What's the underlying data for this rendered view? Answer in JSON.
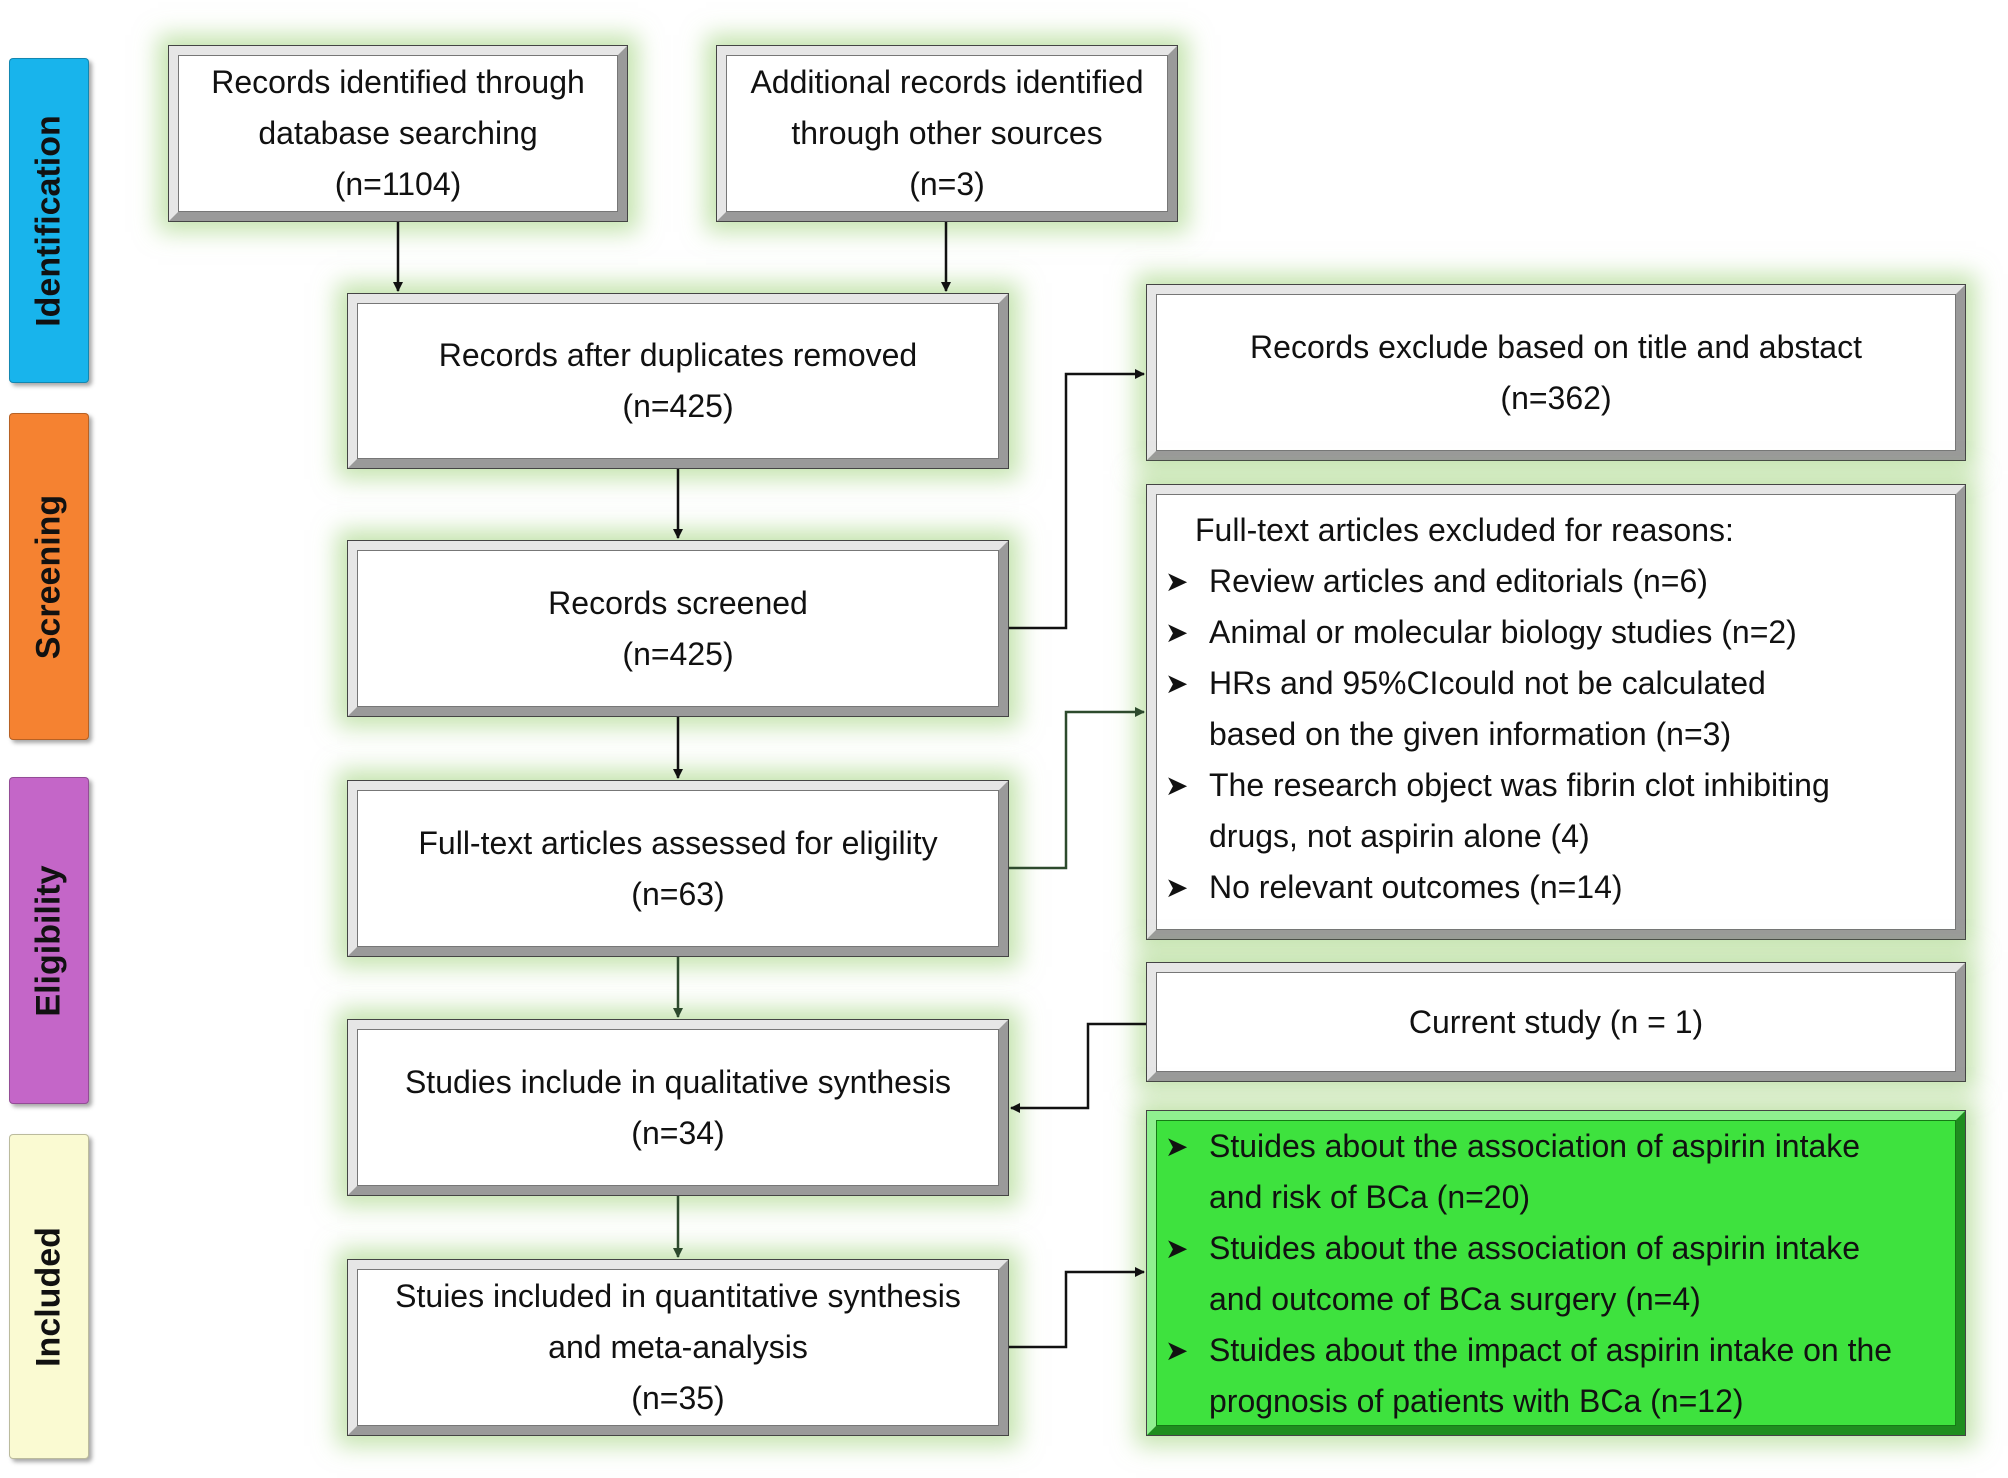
{
  "stages": [
    {
      "label": "Identification",
      "color": "#18b4ec"
    },
    {
      "label": "Screening",
      "color": "#f58231"
    },
    {
      "label": "Eligibility",
      "color": "#c466c8"
    },
    {
      "label": "Included",
      "color": "#fafad2"
    }
  ],
  "boxes": {
    "database_records": {
      "lines": [
        "Records identified through",
        "database searching",
        "(n=1104)"
      ]
    },
    "other_sources": {
      "lines": [
        "Additional records identified",
        "through other sources",
        "(n=3)"
      ]
    },
    "after_duplicates": {
      "lines": [
        "Records after duplicates removed",
        "(n=425)"
      ]
    },
    "screened": {
      "lines": [
        "Records screened",
        "(n=425)"
      ]
    },
    "fulltext_assessed": {
      "lines": [
        "Full-text articles assessed for eligility",
        "(n=63)"
      ]
    },
    "qualitative": {
      "lines": [
        "Studies include in qualitative synthesis",
        "(n=34)"
      ]
    },
    "quantitative": {
      "lines": [
        "Stuies included in quantitative synthesis",
        "and  meta-analysis",
        "(n=35)"
      ]
    },
    "excluded_title": {
      "lines": [
        "Records exclude based on title and abstact",
        "(n=362)"
      ]
    },
    "excluded_fulltext": {
      "title": "Full-text articles excluded for reasons:",
      "items": [
        [
          "Review articles and editorials (n=6)"
        ],
        [
          "Animal or molecular biology studies (n=2)"
        ],
        [
          "HRs and 95%CIcould not be calculated",
          "based on the given information (n=3)"
        ],
        [
          "The research object was fibrin clot inhibiting",
          "drugs, not aspirin alone (4)"
        ],
        [
          "No relevant outcomes  (n=14)"
        ]
      ]
    },
    "current_study": {
      "lines": [
        "Current study (n = 1)"
      ]
    },
    "included_groups": {
      "items": [
        [
          "Stuides about the association of aspirin intake",
          "and risk of BCa  (n=20)"
        ],
        [
          "Stuides about the association of aspirin intake",
          "and outcome of  BCa surgery (n=4)"
        ],
        [
          "Stuides about the impact of aspirin intake on the",
          "prognosis of patients with BCa (n=12)"
        ]
      ],
      "color": "#3ee23e"
    }
  },
  "bullet_icon": "arrowhead-bullet-icon"
}
